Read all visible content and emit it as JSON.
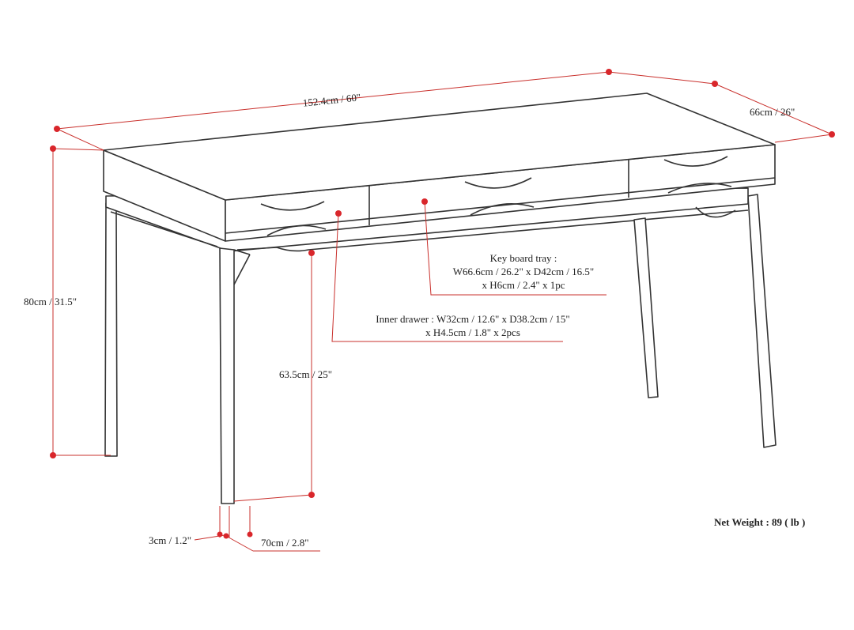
{
  "diagram": {
    "dimensions": {
      "width": "152.4cm / 60\"",
      "depth": "66cm / 26\"",
      "height": "80cm / 31.5\"",
      "leg_clearance": "63.5cm / 25\"",
      "leg_thickness": "3cm / 1.2\"",
      "leg_width": "70cm / 2.8\""
    },
    "keyboard_tray": {
      "line1": "Key board tray :",
      "line2": "W66.6cm / 26.2\" x D42cm / 16.5\"",
      "line3": "x H6cm / 2.4\" x 1pc"
    },
    "inner_drawer": {
      "line1": "Inner drawer : W32cm / 12.6\" x D38.2cm / 15\"",
      "line2": "x H4.5cm / 1.8\" x 2pcs"
    },
    "net_weight": "Net Weight : 89 ( lb )",
    "colors": {
      "dimension_line": "#c9302c",
      "dot": "#d9262b",
      "outline": "#333333"
    }
  }
}
